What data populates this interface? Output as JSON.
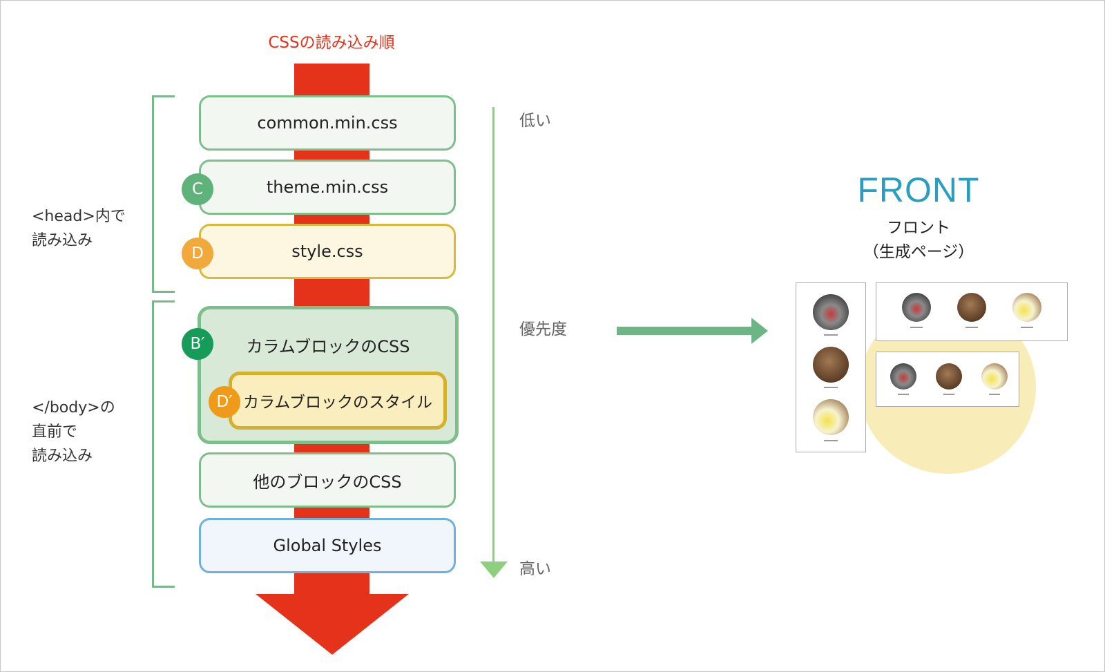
{
  "order": {
    "title": "CSSの読み込み順"
  },
  "groups": {
    "head_label_line1": "<head>内で",
    "head_label_line2": "読み込み",
    "body_label_line1": "</body>の",
    "body_label_line2": "直前で",
    "body_label_line3": "読み込み"
  },
  "boxes": {
    "common": "common.min.css",
    "theme": "theme.min.css",
    "style": "style.css",
    "column_css": "カラムブロックのCSS",
    "column_style": "カラムブロックのスタイル",
    "other_css": "他のブロックのCSS",
    "global": "Global Styles"
  },
  "badges": {
    "c": "C",
    "d": "D",
    "b_prime": "B′",
    "d_prime": "D′"
  },
  "priority": {
    "low": "低い",
    "label": "優先度",
    "high": "高い"
  },
  "front": {
    "title": "FRONT",
    "subtitle": "フロント",
    "subtitle2": "（生成ページ）"
  },
  "colors": {
    "red_arrow": "#e5331b",
    "green": "#7cbf8a",
    "yellow": "#d8b93a",
    "blue": "#6eb2dc",
    "front_title": "#2a9ec0",
    "badge_c": "#5fb37a",
    "badge_d": "#f0a93a",
    "badge_b_prime": "#169c58",
    "badge_d_prime": "#f09a1a"
  }
}
